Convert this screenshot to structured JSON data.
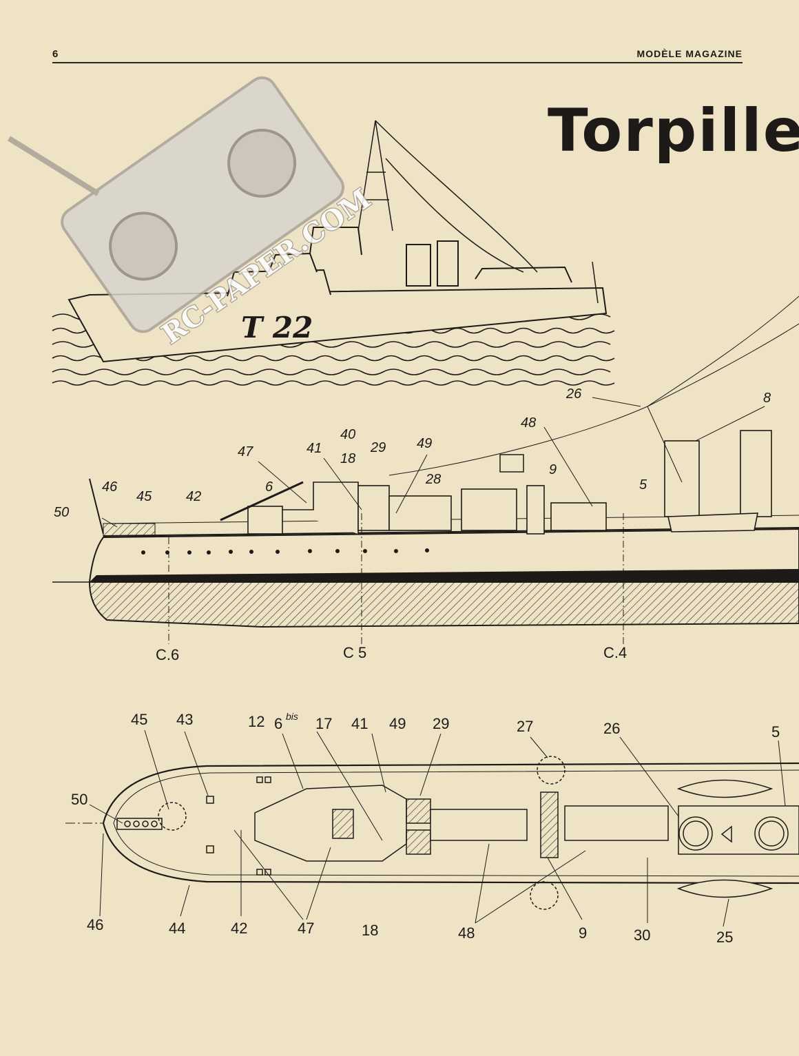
{
  "header": {
    "page_number": "6",
    "magazine": "MODÈLE MAGAZINE"
  },
  "title": "Torpille",
  "watermark": "RC-PAPER.COM",
  "hull_marking": "T 22",
  "side_view": {
    "callouts": [
      {
        "id": "c50",
        "text": "50"
      },
      {
        "id": "c46",
        "text": "46"
      },
      {
        "id": "c45",
        "text": "45"
      },
      {
        "id": "c42",
        "text": "42"
      },
      {
        "id": "c47",
        "text": "47"
      },
      {
        "id": "c6",
        "text": "6"
      },
      {
        "id": "c41",
        "text": "41"
      },
      {
        "id": "c18",
        "text": "18"
      },
      {
        "id": "c40",
        "text": "40"
      },
      {
        "id": "c29",
        "text": "29"
      },
      {
        "id": "c49",
        "text": "49"
      },
      {
        "id": "c28",
        "text": "28"
      },
      {
        "id": "c48",
        "text": "48"
      },
      {
        "id": "c9",
        "text": "9"
      },
      {
        "id": "c26",
        "text": "26"
      },
      {
        "id": "c5",
        "text": "5"
      },
      {
        "id": "c8",
        "text": "8"
      }
    ],
    "sections": [
      {
        "id": "s6",
        "text": "C.6"
      },
      {
        "id": "s5",
        "text": "C 5"
      },
      {
        "id": "s4",
        "text": "C.4"
      }
    ]
  },
  "plan_view": {
    "callouts": [
      {
        "id": "p45",
        "text": "45"
      },
      {
        "id": "p43",
        "text": "43"
      },
      {
        "id": "p12",
        "text": "12"
      },
      {
        "id": "p6",
        "text": "6"
      },
      {
        "id": "p6bis",
        "text": "bis"
      },
      {
        "id": "p17",
        "text": "17"
      },
      {
        "id": "p41",
        "text": "41"
      },
      {
        "id": "p49",
        "text": "49"
      },
      {
        "id": "p29",
        "text": "29"
      },
      {
        "id": "p27",
        "text": "27"
      },
      {
        "id": "p26",
        "text": "26"
      },
      {
        "id": "p5",
        "text": "5"
      },
      {
        "id": "p50",
        "text": "50"
      },
      {
        "id": "p46",
        "text": "46"
      },
      {
        "id": "p44",
        "text": "44"
      },
      {
        "id": "p42",
        "text": "42"
      },
      {
        "id": "p47",
        "text": "47"
      },
      {
        "id": "p18",
        "text": "18"
      },
      {
        "id": "p48",
        "text": "48"
      },
      {
        "id": "p9",
        "text": "9"
      },
      {
        "id": "p30",
        "text": "30"
      },
      {
        "id": "p25",
        "text": "25"
      }
    ]
  }
}
